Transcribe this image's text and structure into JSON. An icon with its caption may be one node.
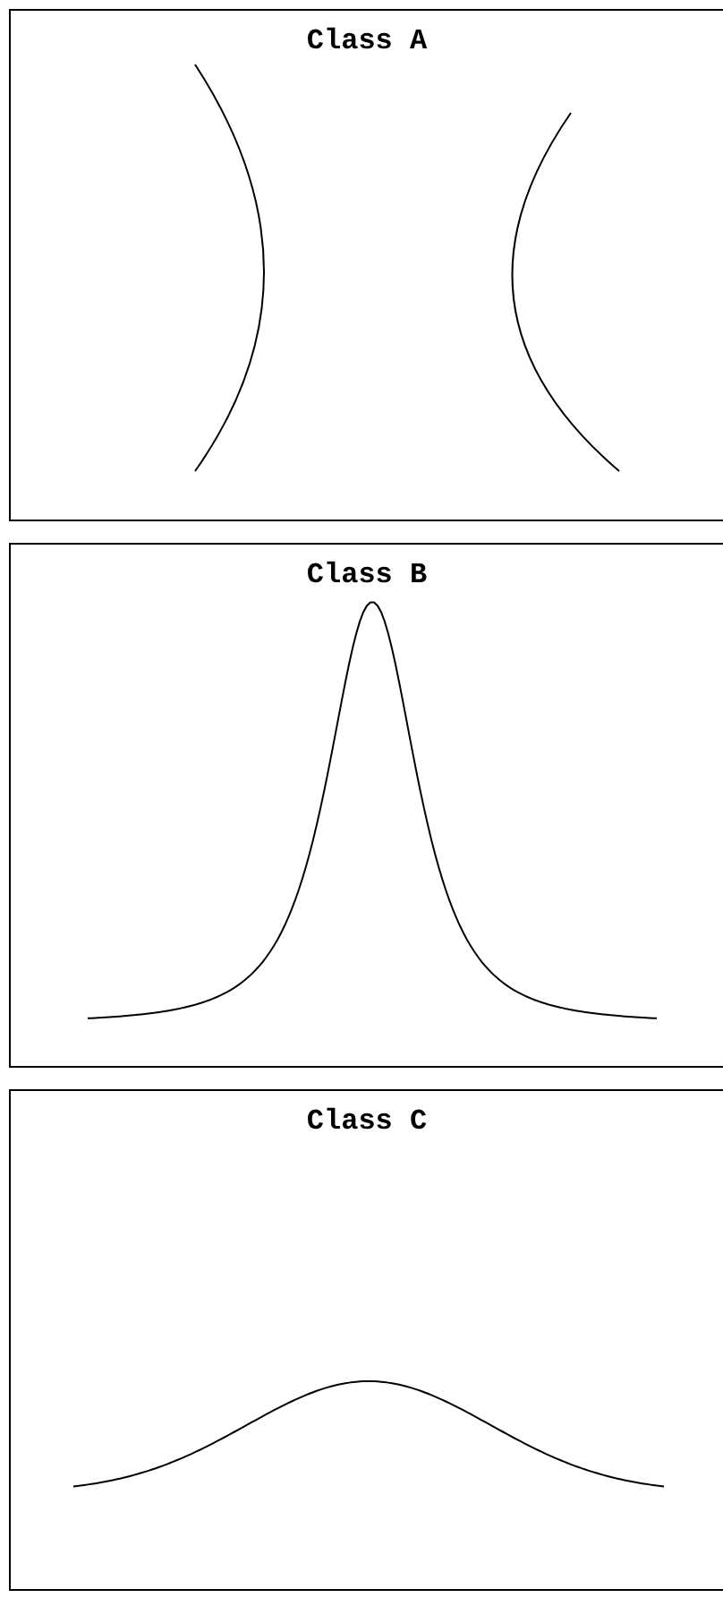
{
  "diagram": {
    "nodes": [
      {
        "text": [
          "Class A"
        ]
      },
      {
        "text": [
          "Class B"
        ]
      },
      {
        "text": [
          "Class C"
        ]
      }
    ]
  }
}
